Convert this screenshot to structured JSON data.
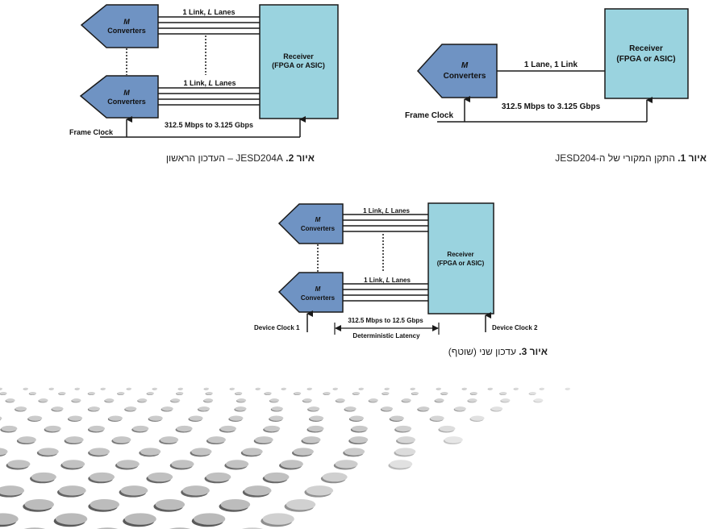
{
  "colors": {
    "converter_fill": "#6f93c3",
    "receiver_fill": "#9ad3df",
    "stroke": "#1a1a1a",
    "dot_fill": "#b8b8b8",
    "dot_shadow": "#555555"
  },
  "figure1": {
    "converter_label_italic": "M",
    "converter_label": "Converters",
    "receiver_line1": "Receiver",
    "receiver_line2": "(FPGA or ASIC)",
    "link_label": "1 Lane, 1 Link",
    "rate_label": "312.5 Mbps to 3.125 Gbps",
    "clock_label": "Frame Clock",
    "caption_prefix": "איור 1.",
    "caption_text": " התקן המקורי של ה-JESD204"
  },
  "figure2": {
    "converter_label_italic": "M",
    "converter_label": "Converters",
    "receiver_line1": "Receiver",
    "receiver_line2": "(FPGA or ASIC)",
    "link_label_num": "1 Link, ",
    "link_label_italic": "L",
    "link_label_rest": " Lanes",
    "rate_label": "312.5 Mbps to 3.125 Gbps",
    "clock_label": "Frame Clock",
    "caption_prefix": "איור 2.",
    "caption_text": " JESD204A – העדכון הראשון"
  },
  "figure3": {
    "converter_label_italic": "M",
    "converter_label": "Converters",
    "receiver_line1": "Receiver",
    "receiver_line2": "(FPGA or ASIC)",
    "link_label_num": "1 Link, ",
    "link_label_italic": "L",
    "link_label_rest": " Lanes",
    "rate_label": "312.5 Mbps to 12.5 Gbps",
    "latency_label": "Deterministic Latency",
    "clock1_label": "Device Clock 1",
    "clock2_label": "Device Clock 2",
    "caption_prefix": "איור 3.",
    "caption_text": " עדכון שני (שוטף)"
  }
}
